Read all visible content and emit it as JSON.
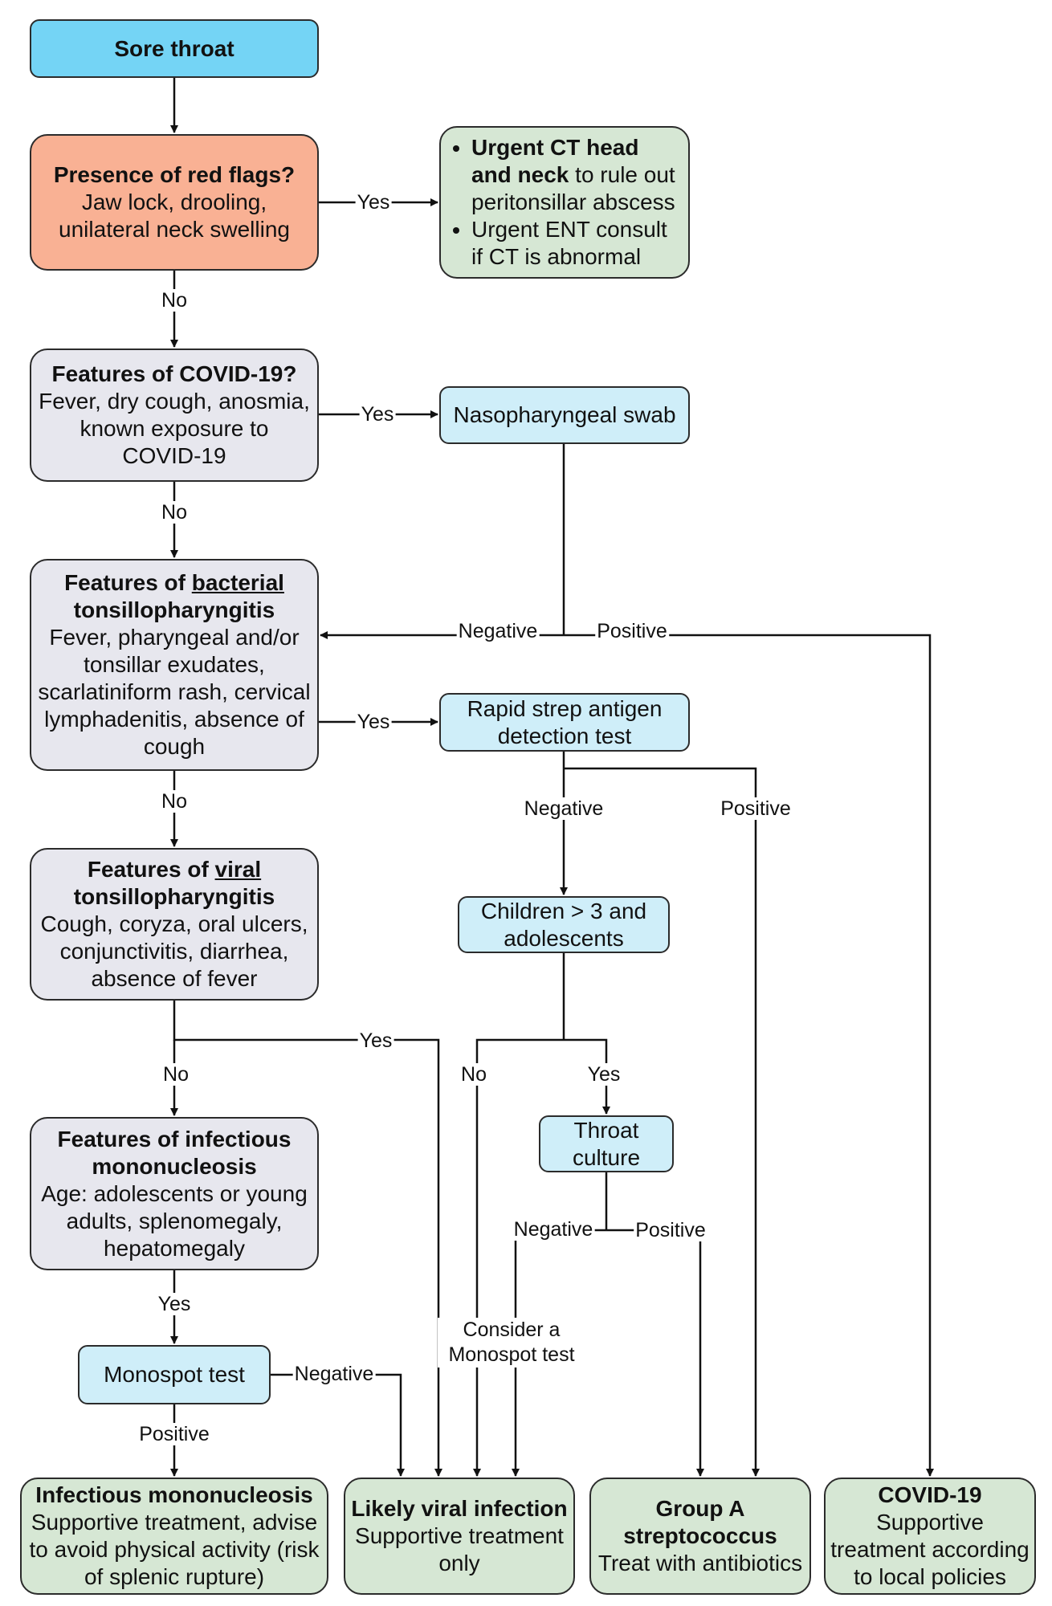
{
  "nodes": {
    "sore_throat": {
      "title": "Sore throat"
    },
    "red_flags": {
      "title": "Presence of red flags?",
      "detail": "Jaw lock, drooling, unilateral neck swelling"
    },
    "urgent_ct": {
      "item1_bold": "Urgent CT head and neck",
      "item1_rest": " to rule out peritonsillar abscess",
      "item2": "Urgent ENT consult if CT is abnormal"
    },
    "covid_features": {
      "title": "Features of COVID-19?",
      "detail": "Fever, dry cough, anosmia, known exposure to COVID-19"
    },
    "naso_swab": {
      "title": "Nasopharyngeal swab"
    },
    "bacterial": {
      "title_pre": "Features of ",
      "title_u": "bacterial",
      "title_post": "tonsillopharyngitis",
      "detail": "Fever, pharyngeal and/or tonsillar exudates, scarlatiniform rash, cervical lymphadenitis, absence of cough"
    },
    "rapid_strep": {
      "title": "Rapid strep antigen detection test"
    },
    "children": {
      "title": "Children > 3 and adolescents"
    },
    "viral": {
      "title_pre": "Features of ",
      "title_u": "viral",
      "title_post": "tonsillopharyngitis",
      "detail": "Cough, coryza, oral ulcers, conjunctivitis, diarrhea, absence of fever"
    },
    "throat_culture": {
      "title": "Throat culture"
    },
    "mono_features": {
      "title": "Features of infectious mononucleosis",
      "detail": "Age: adolescents or young adults, splenomegaly, hepatomegaly"
    },
    "monospot": {
      "title": "Monospot test"
    },
    "out_mono": {
      "title": "Infectious mononucleosis",
      "detail": "Supportive treatment, advise to avoid physical activity (risk of splenic rupture)"
    },
    "out_viral": {
      "title": "Likely viral infection",
      "detail": "Supportive treatment only"
    },
    "out_gas": {
      "title": "Group A streptococcus",
      "detail": "Treat with antibiotics"
    },
    "out_covid": {
      "title": "COVID-19",
      "detail": "Supportive treatment according to local policies"
    }
  },
  "edge_labels": {
    "red_flags_yes": "Yes",
    "red_flags_no": "No",
    "covid_yes": "Yes",
    "covid_no": "No",
    "swab_negative": "Negative",
    "swab_positive": "Positive",
    "bacterial_yes": "Yes",
    "bacterial_no": "No",
    "strep_negative": "Negative",
    "strep_positive": "Positive",
    "viral_yes": "Yes",
    "viral_no": "No",
    "children_no": "No",
    "children_yes": "Yes",
    "culture_negative": "Negative",
    "culture_positive": "Positive",
    "consider_monospot": "Consider a Monospot test",
    "mono_yes": "Yes",
    "monospot_negative": "Negative",
    "monospot_positive": "Positive"
  },
  "colors": {
    "start": "#74d4f5",
    "red_flag": "#f9b194",
    "decision": "#e7e7ee",
    "test": "#cfeef9",
    "outcome": "#d6e7d4",
    "line": "#111111"
  }
}
